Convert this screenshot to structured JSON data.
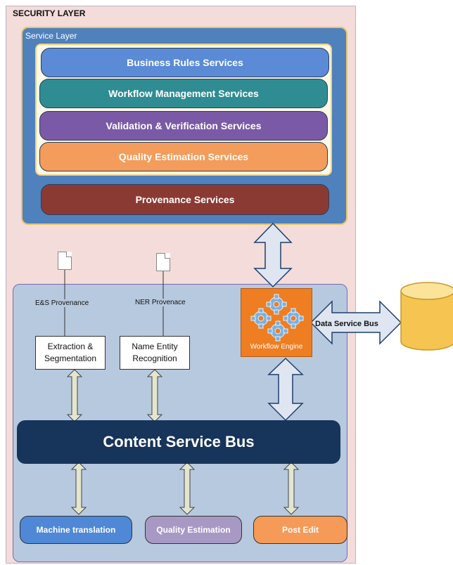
{
  "security_layer": {
    "title": "SECURITY LAYER"
  },
  "service_layer": {
    "title": "Service Layer",
    "services": [
      "Business Rules Services",
      "Workflow Management Services",
      "Validation & Verification Services",
      "Quality Estimation Services"
    ],
    "provenance": "Provenance Services"
  },
  "content_layer": {
    "provenance_labels": [
      "E&S Provenance",
      "NER Provenace"
    ],
    "modules": [
      "Extraction & Segmentation",
      "Name Entity Recognition"
    ],
    "workflow_engine": "Workflow Engine",
    "content_bus": "Content Service Bus",
    "outputs": [
      "Machine translation",
      "Quality Estimation",
      "Post Edit"
    ]
  },
  "data_service_bus": "Data Service Bus",
  "colors": {
    "security_bg": "#f3dcd9",
    "service_layer_bg": "#4f81bd",
    "content_panel_bg": "#b7c9df",
    "content_bus_bg": "#17345a",
    "workflow_engine_bg": "#ee7e21",
    "arrow_fill": "#dfe6f2",
    "database_fill": "#f6c451"
  }
}
